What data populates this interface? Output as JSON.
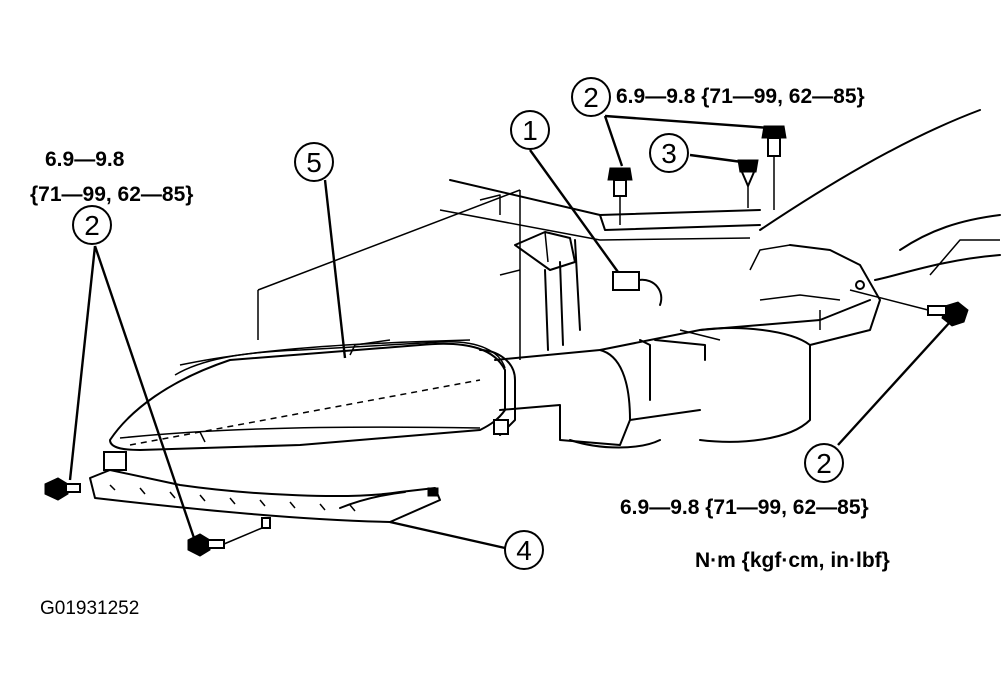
{
  "callouts": {
    "c1": "1",
    "c2_top": "2",
    "c2_left": "2",
    "c2_right": "2",
    "c3": "3",
    "c4": "4",
    "c5": "5"
  },
  "torque": {
    "top_right": "6.9—9.8 {71—99, 62—85}",
    "left_line1": "6.9—9.8",
    "left_line2": "{71—99, 62—85}",
    "bottom_right": "6.9—9.8 {71—99, 62—85}"
  },
  "units": "N·m {kgf·cm,  in·lbf}",
  "figure_code": "G01931252"
}
